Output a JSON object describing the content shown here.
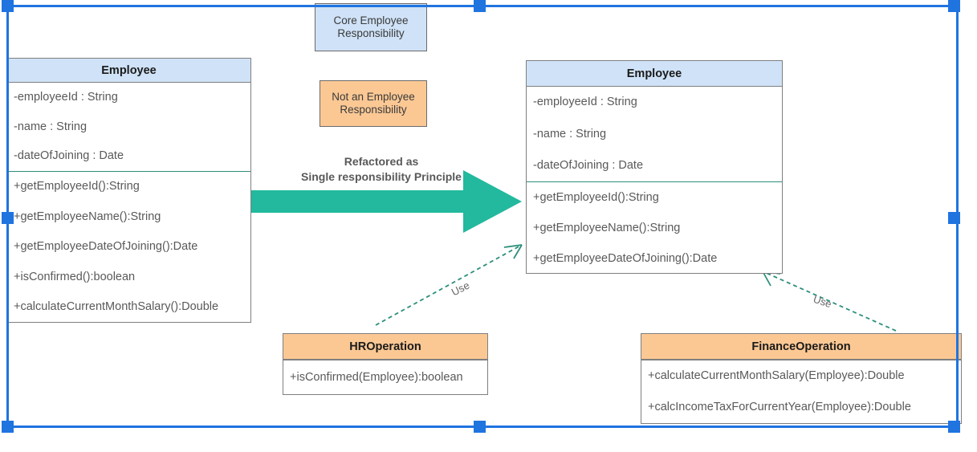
{
  "diagram": {
    "title": "Single Responsibility Principle refactoring",
    "colors": {
      "header_blue": "#cfe2f7",
      "header_orange": "#fbc894",
      "arrow_teal": "#22b99e",
      "selection_blue": "#1f74e0",
      "box_border": "#7f7f7f",
      "text_gray": "#595959"
    }
  },
  "legend": {
    "core": "Core Employee Responsibility",
    "not_core": "Not an Employee Responsibility"
  },
  "transform": {
    "line1": "Refactored as",
    "line2": "Single responsibility Principle"
  },
  "relations": {
    "hr_use_label": "Use",
    "finance_use_label": "Use"
  },
  "before_employee": {
    "name": "Employee",
    "attributes": [
      "-employeeId : String",
      "-name : String",
      "-dateOfJoining : Date"
    ],
    "methods": [
      "+getEmployeeId():String",
      "+getEmployeeName():String",
      "+getEmployeeDateOfJoining():Date",
      "+isConfirmed():boolean",
      "+calculateCurrentMonthSalary():Double"
    ]
  },
  "after_employee": {
    "name": "Employee",
    "attributes": [
      "-employeeId : String",
      "-name : String",
      "-dateOfJoining : Date"
    ],
    "methods": [
      "+getEmployeeId():String",
      "+getEmployeeName():String",
      "+getEmployeeDateOfJoining():Date"
    ]
  },
  "hr_operation": {
    "name": "HROperation",
    "methods": [
      "+isConfirmed(Employee):boolean"
    ]
  },
  "finance_operation": {
    "name": "FinanceOperation",
    "methods": [
      "+calculateCurrentMonthSalary(Employee):Double",
      "+calcIncomeTaxForCurrentYear(Employee):Double"
    ]
  }
}
